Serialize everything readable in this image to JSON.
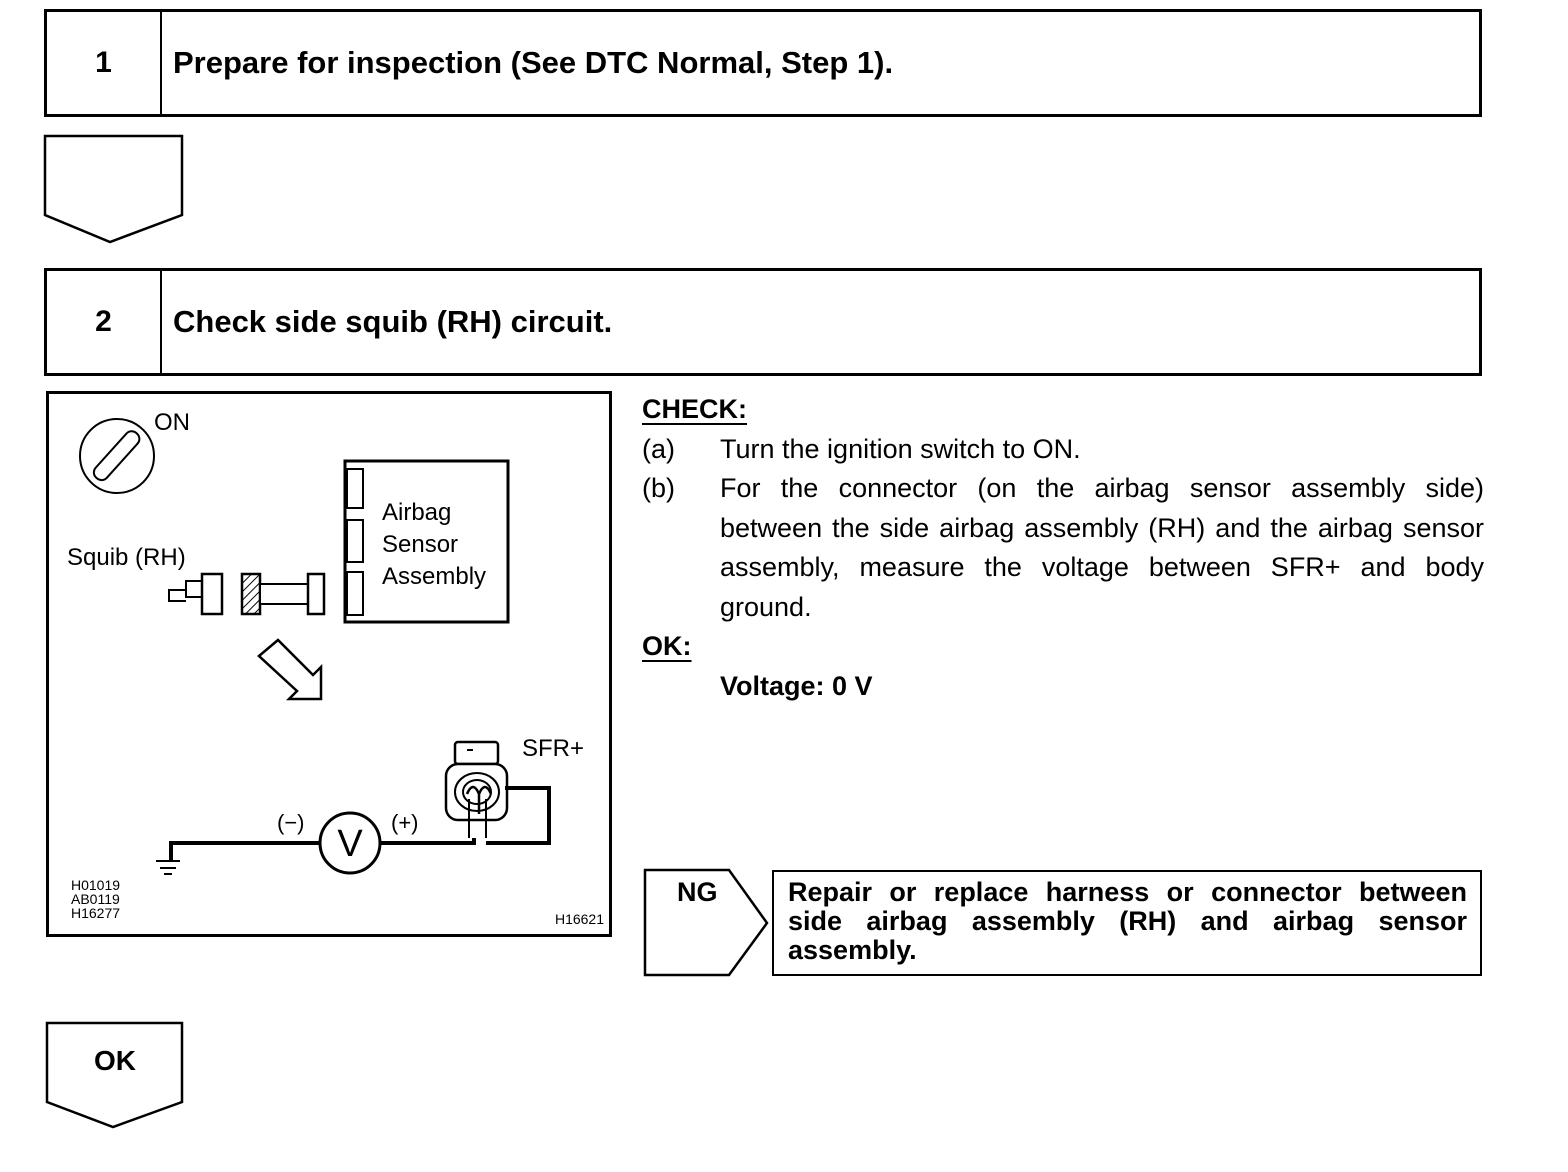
{
  "steps": [
    {
      "number": "1",
      "title": "Prepare for inspection (See DTC Normal, Step 1)."
    },
    {
      "number": "2",
      "title": "Check side squib (RH) circuit."
    }
  ],
  "diagram": {
    "switch_label": "ON",
    "squib_label": "Squib (RH)",
    "sensor_label_lines": [
      "Airbag",
      "Sensor",
      "Assembly"
    ],
    "terminal_label": "SFR+",
    "minus_label": "(−)",
    "plus_label": "(+)",
    "meter_symbol": "V",
    "ref_codes": [
      "H01019",
      "AB0119",
      "H16277"
    ],
    "figure_id": "H16621"
  },
  "check": {
    "heading": "CHECK:",
    "items": [
      {
        "letter": "(a)",
        "text": "Turn the ignition switch to ON."
      },
      {
        "letter": "(b)",
        "text": "For the connector (on the airbag sensor assembly side) between the side airbag assembly (RH) and the airbag sensor assembly, measure the voltage between SFR+ and body ground."
      }
    ],
    "ok_heading": "OK:",
    "ok_value": "Voltage: 0 V"
  },
  "ng": {
    "label": "NG",
    "action": "Repair or replace harness or connector between side airbag assembly (RH) and airbag sensor assembly."
  },
  "ok_arrow_label": "OK"
}
